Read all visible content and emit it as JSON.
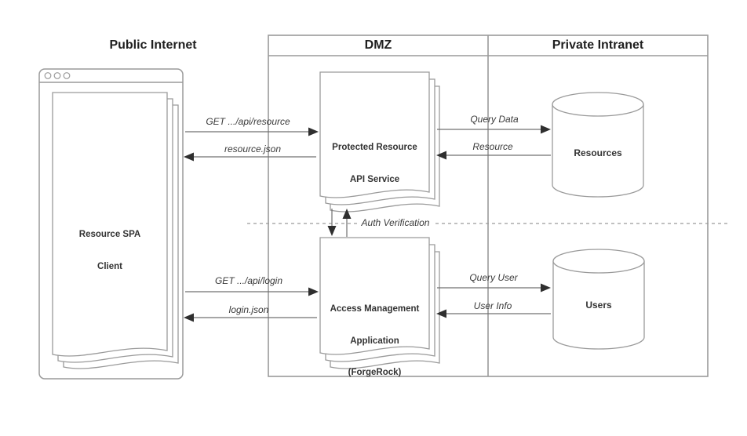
{
  "diagram": {
    "zones": {
      "public_internet": {
        "title": "Public Internet"
      },
      "dmz": {
        "title": "DMZ"
      },
      "private_intranet": {
        "title": "Private Intranet"
      }
    },
    "nodes": {
      "spa_client": {
        "line1": "Resource SPA",
        "line2": "Client"
      },
      "api_service": {
        "line1": "Protected Resource",
        "line2": "API Service"
      },
      "am_app": {
        "line1": "Access Management",
        "line2": "Application",
        "line3": "(ForgeRock)"
      },
      "resources_db": {
        "label": "Resources"
      },
      "users_db": {
        "label": "Users"
      }
    },
    "flows": {
      "get_api_resource": {
        "label": "GET .../api/resource"
      },
      "resource_json": {
        "label": "resource.json"
      },
      "query_data": {
        "label": "Query Data"
      },
      "resource": {
        "label": "Resource"
      },
      "get_api_login": {
        "label": "GET .../api/login"
      },
      "login_json": {
        "label": "login.json"
      },
      "query_user": {
        "label": "Query User"
      },
      "user_info": {
        "label": "User Info"
      },
      "auth_verification": {
        "label": "Auth Verification"
      }
    },
    "colors": {
      "background": "#ffffff",
      "shape_stroke": "#9a9a9a",
      "arrow_line": "#707070",
      "arrowhead": "#2f2f2f",
      "dashed_line": "#9a9a9a",
      "title_text": "#1f1f1f",
      "label_text": "#333333"
    }
  }
}
